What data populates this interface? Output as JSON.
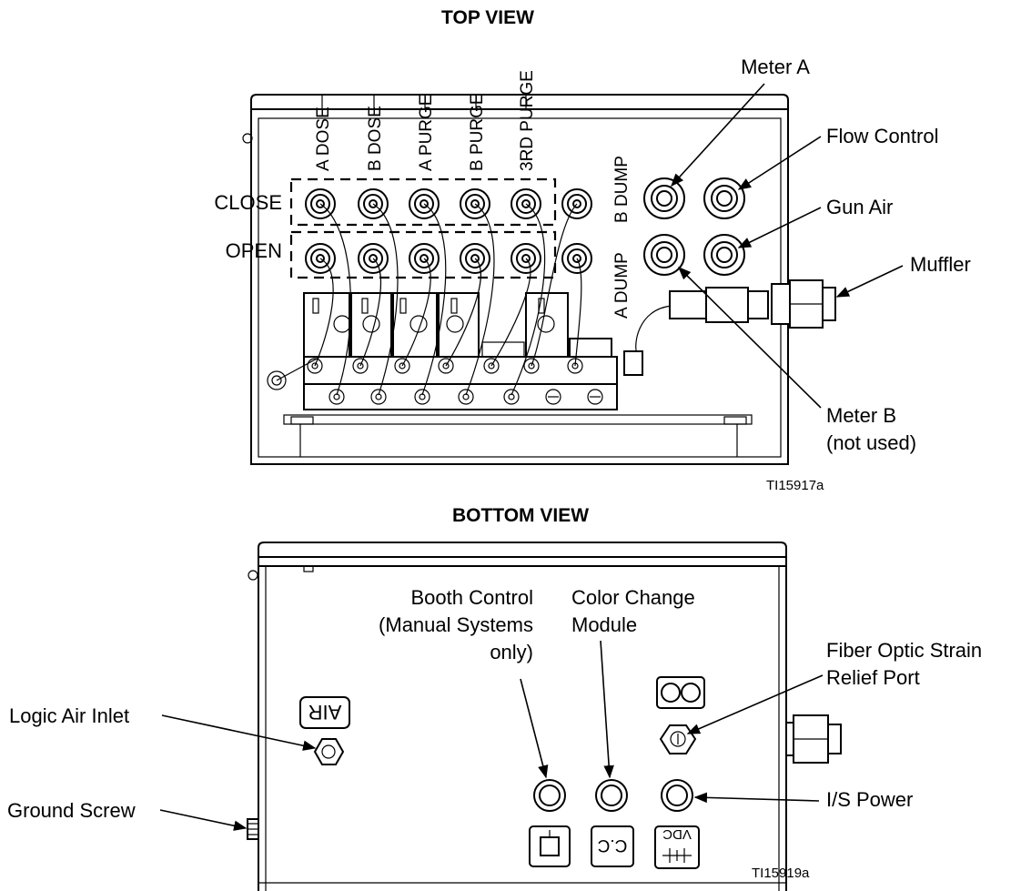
{
  "top_view": {
    "title": "TOP VIEW",
    "row_labels": {
      "close": "CLOSE",
      "open": "OPEN"
    },
    "valve_labels": [
      "A DOSE",
      "B DOSE",
      "A PURGE",
      "B PURGE",
      "3RD PURGE"
    ],
    "dump_labels": {
      "b": "B DUMP",
      "a": "A DUMP"
    },
    "callouts": {
      "meter_a": "Meter A",
      "flow_control": "Flow Control",
      "gun_air": "Gun Air",
      "muffler": "Muffler",
      "meter_b_line1": "Meter B",
      "meter_b_line2": "(not used)"
    },
    "ref": "TI15917a"
  },
  "bottom_view": {
    "title": "BOTTOM VIEW",
    "callouts": {
      "booth_line1": "Booth Control",
      "booth_line2": "(Manual Systems",
      "booth_line3": "only)",
      "cc_line1": "Color Change",
      "cc_line2": "Module",
      "fiber_line1": "Fiber Optic Strain",
      "fiber_line2": "Relief Port",
      "logic_air": "Logic Air Inlet",
      "ground_screw": "Ground Screw",
      "is_power": "I/S Power"
    },
    "panel_markings": {
      "air": "AIR",
      "cc": "C.C",
      "vdc": "VDC"
    },
    "ref": "TI15919a"
  }
}
